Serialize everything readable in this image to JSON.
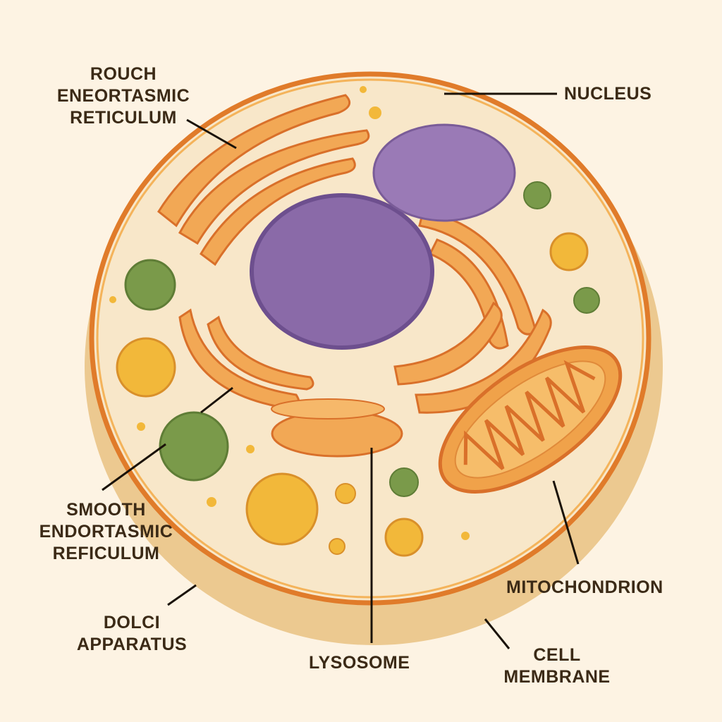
{
  "title": "Animal cell diagram",
  "colors": {
    "background": "#fdf3e3",
    "cytoplasm": "#f7e4c4",
    "membrane": "#e88a2e",
    "nucleus": "#8a6aa8",
    "organelle_orange": "#f0a24a",
    "vesicle_green": "#7a9a4a",
    "vesicle_yellow": "#f2b83a",
    "label_text": "#3b2a16"
  },
  "labels": {
    "rough_er": [
      "ROUCH",
      "ENEORTASMIC",
      "RETICULUM"
    ],
    "nucleus": [
      "NUCLEUS"
    ],
    "smooth_er": [
      "SMOOTH",
      "ENDORTASMIC",
      "REFICULUM"
    ],
    "golgi": [
      "DOLCI",
      "APPARATUS"
    ],
    "lysosome": [
      "LYSOSOME"
    ],
    "cell_membrane": [
      "CELL",
      "MEMBRANE"
    ],
    "mitochondrion": [
      "MITOCHONDRION"
    ]
  }
}
